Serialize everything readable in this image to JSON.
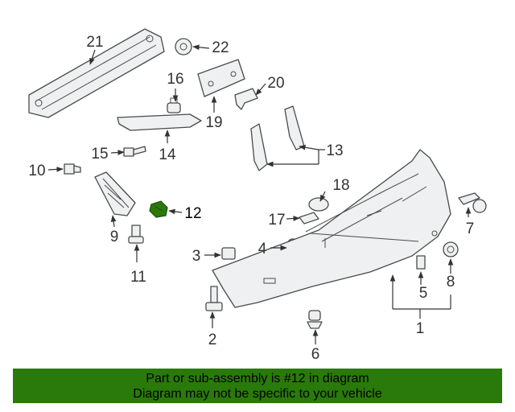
{
  "diagram": {
    "highlighted_part": "12",
    "highlight_color": "#2a7a0b",
    "callouts": [
      "1",
      "2",
      "3",
      "4",
      "5",
      "6",
      "7",
      "8",
      "9",
      "10",
      "11",
      "12",
      "13",
      "14",
      "15",
      "16",
      "17",
      "18",
      "19",
      "20",
      "21",
      "22"
    ]
  },
  "footer": {
    "line1": "Part or sub-assembly is #12 in diagram",
    "line2": "Diagram may not be specific to your vehicle",
    "background": "#2a7a0b"
  }
}
